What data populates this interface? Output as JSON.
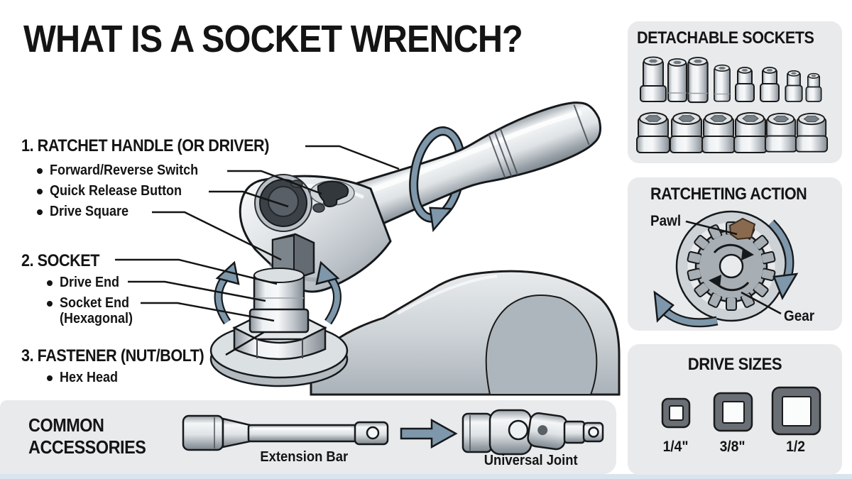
{
  "title": "WHAT IS A SOCKET WRENCH?",
  "colors": {
    "panel_bg": "#e9eaec",
    "ink": "#141414",
    "steel_blue": "#7e97aa",
    "pawl_brown": "#8a6a4e",
    "metal_light": "#f6f8f9",
    "metal_dark": "#848c93"
  },
  "legend": {
    "sections": [
      {
        "number": "1.",
        "name": "RATCHET HANDLE (OR DRIVER)",
        "bullets": [
          "Forward/Reverse Switch",
          "Quick Release Button",
          "Drive Square"
        ]
      },
      {
        "number": "2.",
        "name": "SOCKET",
        "bullets": [
          "Drive End",
          "Socket End"
        ],
        "bullet_sub": "(Hexagonal)"
      },
      {
        "number": "3.",
        "name": "FASTENER (NUT/BOLT)",
        "bullets": [
          "Hex Head"
        ]
      }
    ]
  },
  "panels": {
    "detachable_sockets": {
      "title": "DETACHABLE SOCKETS"
    },
    "ratcheting_action": {
      "title": "RATCHETING ACTION",
      "pawl_label": "Pawl",
      "gear_label": "Gear"
    },
    "drive_sizes": {
      "title": "DRIVE SIZES",
      "sizes": [
        {
          "label": "1/4\""
        },
        {
          "label": "3/8\""
        },
        {
          "label": "1/2"
        }
      ]
    },
    "accessories": {
      "title_line1": "COMMON",
      "title_line2": "ACCESSORIES",
      "extension_bar_label": "Extension Bar",
      "universal_joint_label": "Universal Joint"
    }
  }
}
